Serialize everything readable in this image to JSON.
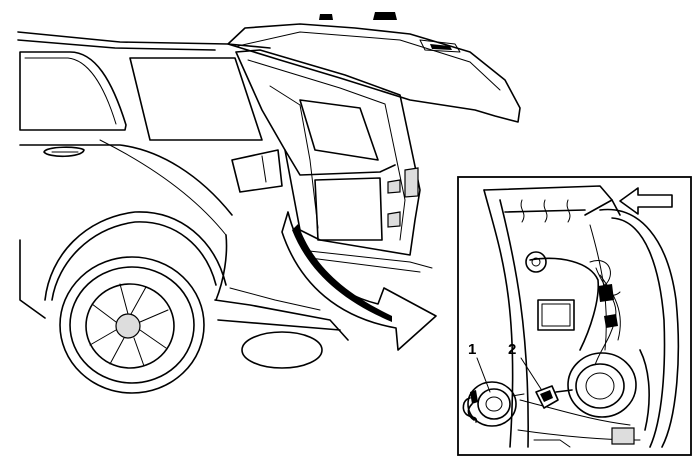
{
  "figure": {
    "callouts": [
      {
        "id": "1",
        "label": "1"
      },
      {
        "id": "2",
        "label": "2"
      }
    ],
    "icons": [
      "vehicle-rear-quarter-illustration",
      "liftgate-open-icon",
      "detail-inset",
      "curved-pointer-arrow",
      "direction-arrow-icon",
      "tail-lamp-assembly",
      "bulb-socket",
      "bulb"
    ]
  }
}
